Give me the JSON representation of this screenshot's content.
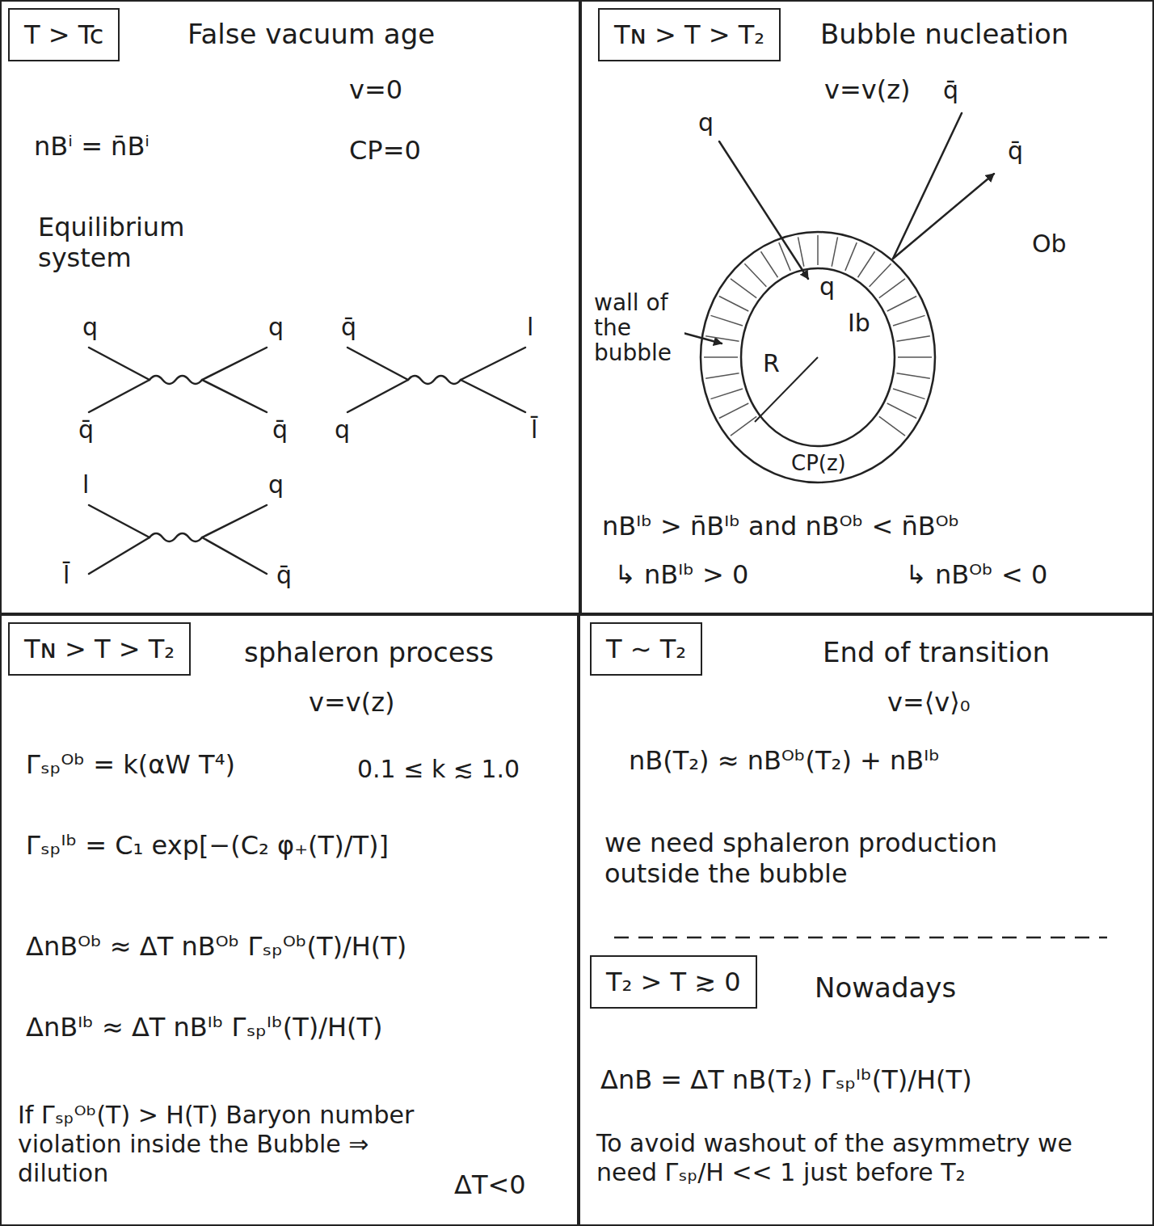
{
  "diagram": {
    "nodes": [
      {
        "text": [
          "False vacuum age",
          "v=0",
          "nBⁱ = n̄Bⁱ",
          "CP=0",
          "Equilibrium system"
        ]
      },
      {
        "text": [
          "T > Tc"
        ],
        "in": 0
      },
      {
        "text": [
          "Bubble nucleation",
          "v=v(z)",
          "nBᴵᵇ > n̄Bᴵᵇ and nBᴼᵇ < n̄Bᴼᵇ",
          "↳ nBᴵᵇ > 0",
          "↳ nBᴼᵇ < 0"
        ]
      },
      {
        "text": [
          "Tɴ > T > T₂"
        ],
        "in": 2
      },
      {
        "text": [
          "Ib",
          "R",
          "CP(z)"
        ],
        "in": 2
      },
      {
        "text": [
          "sphaleron process",
          "v=v(z)",
          "Γₛₚᴼᵇ = k(αW T⁴)",
          "0.1 ≤ k ≲ 1.0",
          "Γₛₚᴵᵇ = C₁ exp[−(C₂ φ₊(T)/T)]",
          "ΔnBᴼᵇ ≈ ΔT nBᴼᵇ Γₛₚᴼᵇ(T)/H(T)",
          "ΔnBᴵᵇ ≈ ΔT nBᴵᵇ Γₛₚᴵᵇ(T)/H(T)",
          "If Γₛₚᴼᵇ(T) > H(T) Baryon number violation inside the Bubble ⇒ dilution",
          "ΔT<0"
        ]
      },
      {
        "text": [
          "Tɴ > T > T₂"
        ],
        "in": 5
      },
      {
        "text": [
          "End of transition",
          "v=⟨v⟩₀",
          "nB(T₂) ≈ nBᴼᵇ(T₂) + nBᴵᵇ",
          "we need sphaleron production outside the bubble",
          "Nowadays",
          "ΔnB = ΔT nB(T₂) Γₛₚᴵᵇ(T)/H(T)",
          "To avoid washout of the asymmetry we need Γₛₚ/H << 1 just before T₂"
        ]
      },
      {
        "text": [
          "T ∼ T₂"
        ],
        "in": 7
      },
      {
        "text": [
          "T₂ > T ≳ 0"
        ],
        "in": 7
      }
    ],
    "labels": [
      "q",
      "q̄",
      "q",
      "q̄",
      "q̄",
      "q",
      "l",
      "l̄",
      "l",
      "l̄",
      "q",
      "q̄",
      "q",
      "q",
      "q̄",
      "q̄",
      "Ob",
      "wall of the bubble"
    ]
  }
}
